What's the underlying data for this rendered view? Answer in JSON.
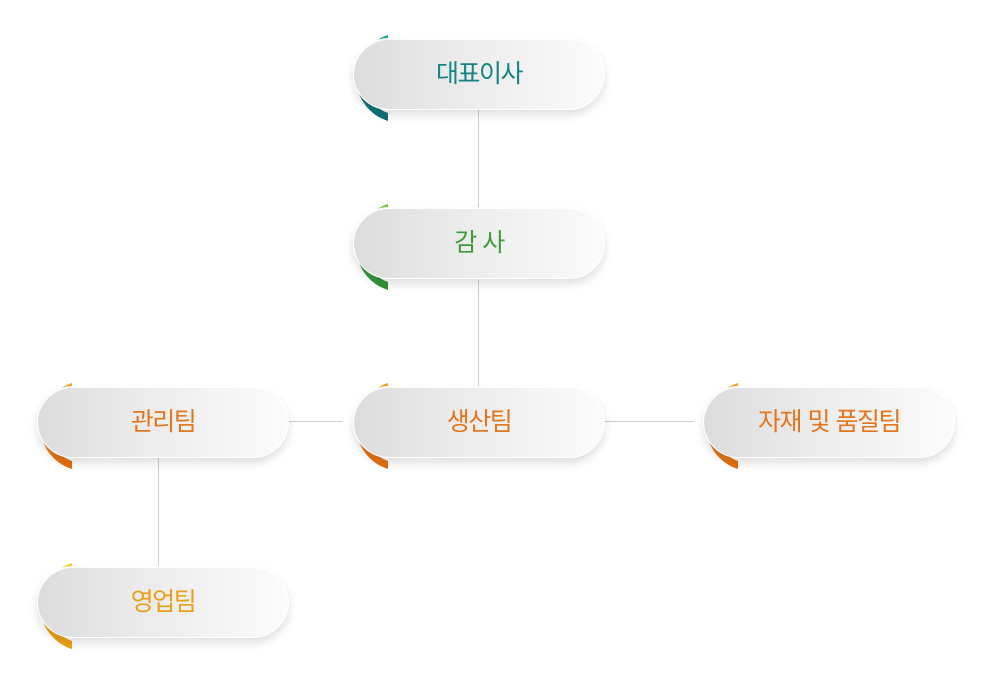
{
  "org_chart": {
    "nodes": [
      {
        "id": "ceo",
        "label": "대표이사",
        "color": "#138584",
        "arc_from": "#28a39c",
        "arc_to": "#0e6f74"
      },
      {
        "id": "auditor",
        "label": "감 사",
        "color": "#3f9a3a",
        "arc_from": "#7cc23b",
        "arc_to": "#2f8f3c"
      },
      {
        "id": "production",
        "label": "생산팀",
        "color": "#e1761c",
        "arc_from": "#f6a12a",
        "arc_to": "#e46d12"
      },
      {
        "id": "management",
        "label": "관리팀",
        "color": "#e1761c",
        "arc_from": "#f6a12a",
        "arc_to": "#e46d12"
      },
      {
        "id": "materials_quality",
        "label": "자재 및 품질팀",
        "color": "#e1761c",
        "arc_from": "#f6a12a",
        "arc_to": "#e46d12"
      },
      {
        "id": "sales",
        "label": "영업팀",
        "color": "#e9a018",
        "arc_from": "#f6cd2a",
        "arc_to": "#eb9f10"
      }
    ],
    "edges": [
      {
        "from": "ceo",
        "to": "auditor"
      },
      {
        "from": "auditor",
        "to": "production"
      },
      {
        "from": "production",
        "to": "management"
      },
      {
        "from": "production",
        "to": "materials_quality"
      },
      {
        "from": "management",
        "to": "sales"
      }
    ]
  }
}
